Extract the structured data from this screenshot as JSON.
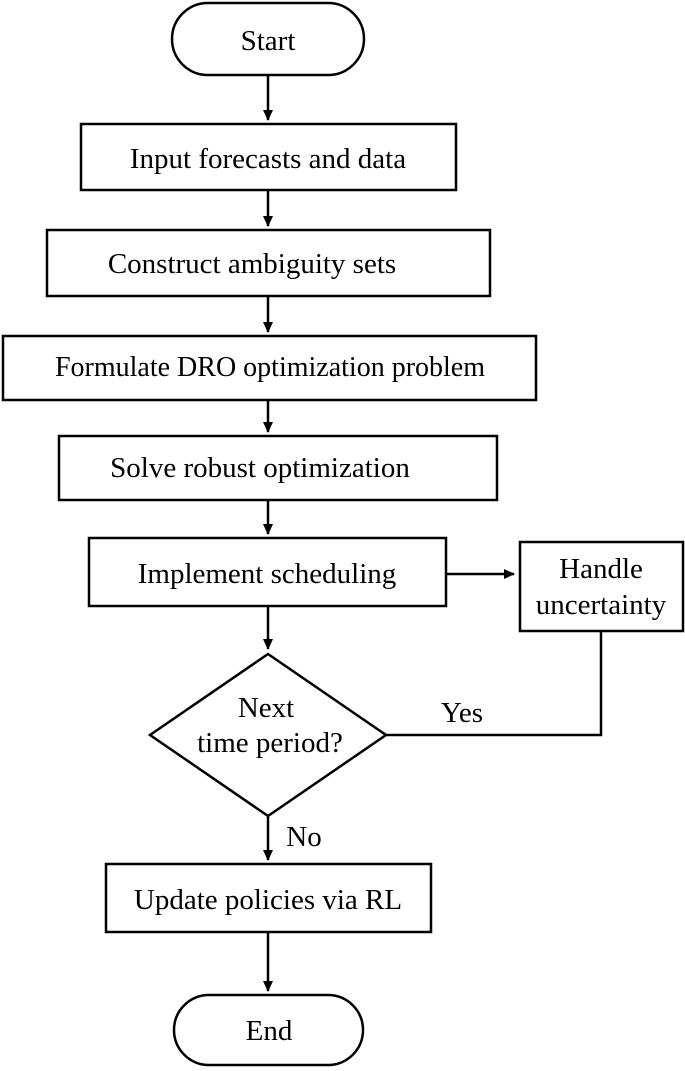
{
  "nodes": {
    "start": "Start",
    "input": "Input forecasts and data",
    "construct": "Construct ambiguity sets",
    "formulate": "Formulate DRO optimization problem",
    "solve": "Solve robust optimization",
    "implement": "Implement scheduling",
    "handle": {
      "line1": "Handle",
      "line2": "uncertainty"
    },
    "decision": {
      "line1": "Next",
      "line2": "time period?"
    },
    "update": "Update policies via RL",
    "end": "End"
  },
  "edges": {
    "yes": "Yes",
    "no": "No"
  },
  "colors": {
    "stroke": "#000000",
    "fill": "#ffffff"
  }
}
